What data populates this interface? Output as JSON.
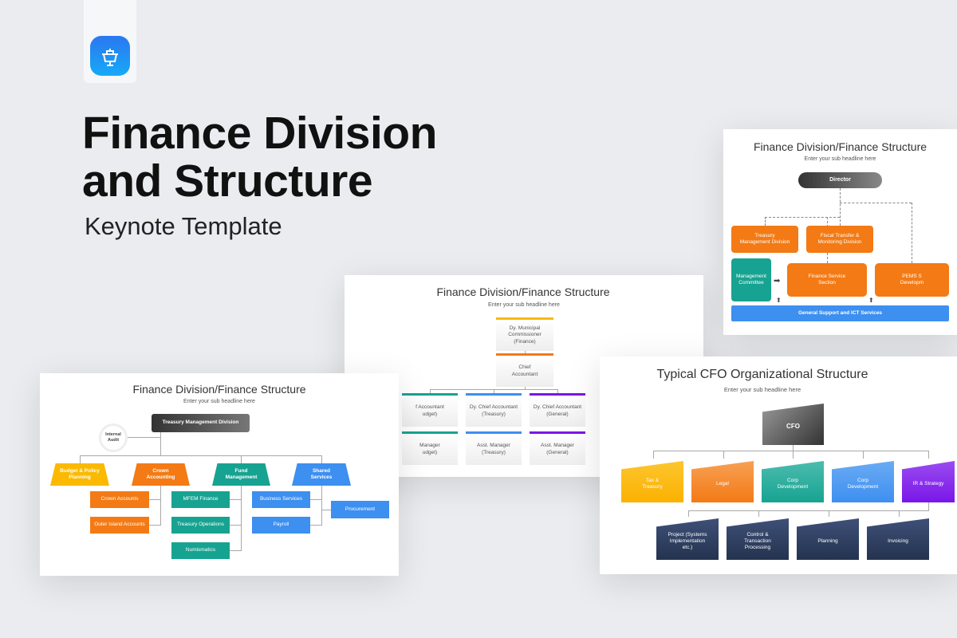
{
  "hero": {
    "title_line1": "Finance Division",
    "title_line2": "and Structure",
    "subtitle": "Keynote Template",
    "logo": "keynote-app-icon"
  },
  "colors": {
    "yellow": "#fbb900",
    "orange": "#f37a14",
    "teal": "#17a391",
    "blue": "#3d8ff0",
    "purple": "#7a16e8",
    "navy": "#2b3b5e",
    "dark": "#3b3b3b"
  },
  "slide_top_right": {
    "title": "Finance Division/Finance Structure",
    "sub": "Enter your sub headline here",
    "director": "Director",
    "treasury": "Treasury\nManagement Division",
    "fiscal": "Fiscal Transfer &\nMonitoring Division",
    "committee": "Management\nCommittee",
    "finance_service": "Finance Service\nSection",
    "pems": "PEMS S\nDevelopm",
    "support": "General Support and ICT Services"
  },
  "slide_middle": {
    "title": "Finance Division/Finance Structure",
    "sub": "Enter your sub headline here",
    "top": "Dy. Municipal\nCommissioner\n(Finance)",
    "chief": "Chief\nAccountant",
    "level2": [
      "f Accountant\nudget)",
      "Dy. Chief Accountant\n(Treasury)",
      "Dy. Chief Accountant\n(General)"
    ],
    "level3": [
      "Manager\nudget)",
      "Asst. Manager\n(Treasury)",
      "Asst. Manager\n(General)"
    ]
  },
  "slide_left": {
    "title": "Finance Division/Finance Structure",
    "sub": "Enter your sub headline here",
    "root": "Treasury Management Division",
    "audit": "Internal\nAudit",
    "tiers": [
      "Budget & Policy\nPlanning",
      "Crown\nAccounting",
      "Fund\nManagement",
      "Shared\nServices"
    ],
    "crown": [
      "Crown Accounts",
      "Outer Island Accounts"
    ],
    "fund": [
      "MFEM Finance",
      "Treasury Operations",
      "Numismatics"
    ],
    "shared": [
      "Business Services",
      "Payroll",
      "Procurement"
    ]
  },
  "slide_cfo": {
    "title": "Typical CFO Organizational Structure",
    "sub": "Enter your sub headline here",
    "root": "CFO",
    "tier1": [
      "Tax &\nTreasury",
      "Legal",
      "Corp\nDevelopment",
      "Corp\nDevelopment",
      "IR & Strategy"
    ],
    "tier2": [
      "Project (Systems\nImplementation\netc.)",
      "Control &\nTransaction\nProcessing",
      "Planning",
      "Invoicing"
    ]
  }
}
